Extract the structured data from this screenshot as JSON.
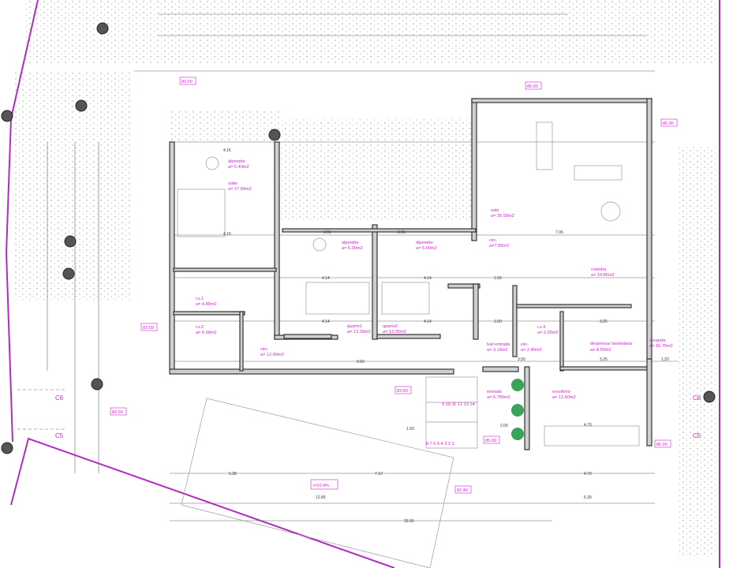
{
  "rooms": [
    {
      "name": "alpendre",
      "area": "a= 5.40m2"
    },
    {
      "name": "suite",
      "area": "a= 17.80m2"
    },
    {
      "name": "alpendre",
      "area": "a= 5.00m2"
    },
    {
      "name": "alpendre",
      "area": "a= 5.00m2"
    },
    {
      "name": "i.s.1",
      "area": "a= 4.80m2"
    },
    {
      "name": "i.s.2",
      "area": "a= 6.60m2"
    },
    {
      "name": "quarto1",
      "area": "a= 13.35m2"
    },
    {
      "name": "quarto2",
      "area": "a= 13.35m2"
    },
    {
      "name": "circ.",
      "area": "a= 12.00m2"
    },
    {
      "name": "sala",
      "area": "a= 39.55m2"
    },
    {
      "name": "circ.",
      "area": "a=7.50m2"
    },
    {
      "name": "cozinha",
      "area": "a= 14.85m2"
    },
    {
      "name": "i.s.3",
      "area": "a= 2.25m2"
    },
    {
      "name": "hall entrada",
      "area": "a= 3.10m2"
    },
    {
      "name": "circ.",
      "area": "a= 2.40m2"
    },
    {
      "name": "despensa/ lavandaria",
      "area": "a= 8.55m2"
    },
    {
      "name": "varanda",
      "area": "a= 15.75m2"
    },
    {
      "name": "entrada",
      "area": "a= 6.785m2"
    },
    {
      "name": "escritório",
      "area": "a= 12.60m2"
    }
  ],
  "levels": [
    "83.00",
    "85.00",
    "85.00",
    "83.50",
    "83.50",
    "83.50",
    "85.00",
    "85.00",
    "82.40"
  ],
  "ramp_slope": "i=10.4%",
  "sections": [
    "C6",
    "C5",
    "C6",
    "C5"
  ],
  "dimensions": [
    "4.16",
    "4.16",
    "3.91",
    "3.91",
    "4.14",
    "4.14",
    "4.14",
    "4.14",
    "9.50",
    "7.06",
    "1.50",
    "1.50",
    "3.25",
    "3.25",
    "3.50",
    "1.20",
    "4.70",
    "4.70",
    "5.28",
    "7.12",
    "12.80",
    "26.50",
    "5.30",
    "2.00",
    "1.50"
  ],
  "stair_numbers_top": "9 10 11 12 13 14",
  "stair_numbers_bottom": "8 7 6 5 4 3 2 1",
  "colors": {
    "annotation": "#d51fd5",
    "property_line": "#b02cc0",
    "walls": "#cfcfcf"
  }
}
